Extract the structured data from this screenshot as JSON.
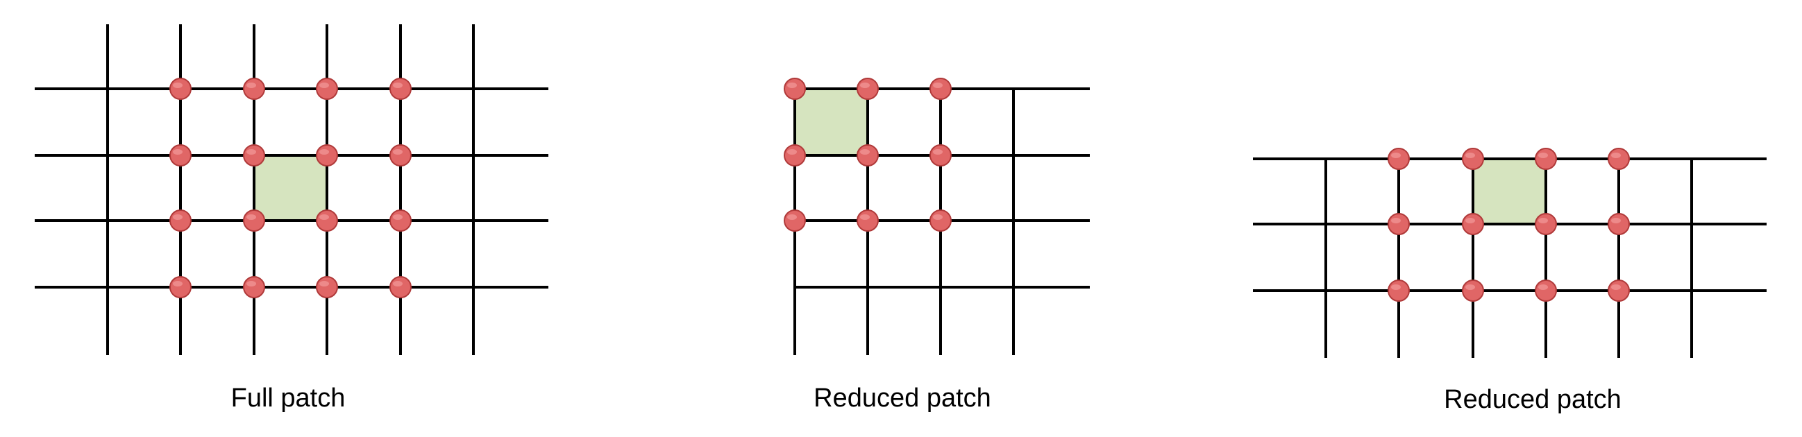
{
  "colors": {
    "grid_line": "#000000",
    "node_fill": "#e06666",
    "node_stroke": "#b03a3a",
    "cell_fill": "#d6e4bf",
    "background": "#ffffff"
  },
  "panels": [
    {
      "caption": "Full patch"
    },
    {
      "caption": "Reduced patch"
    },
    {
      "caption": "Reduced patch"
    }
  ]
}
